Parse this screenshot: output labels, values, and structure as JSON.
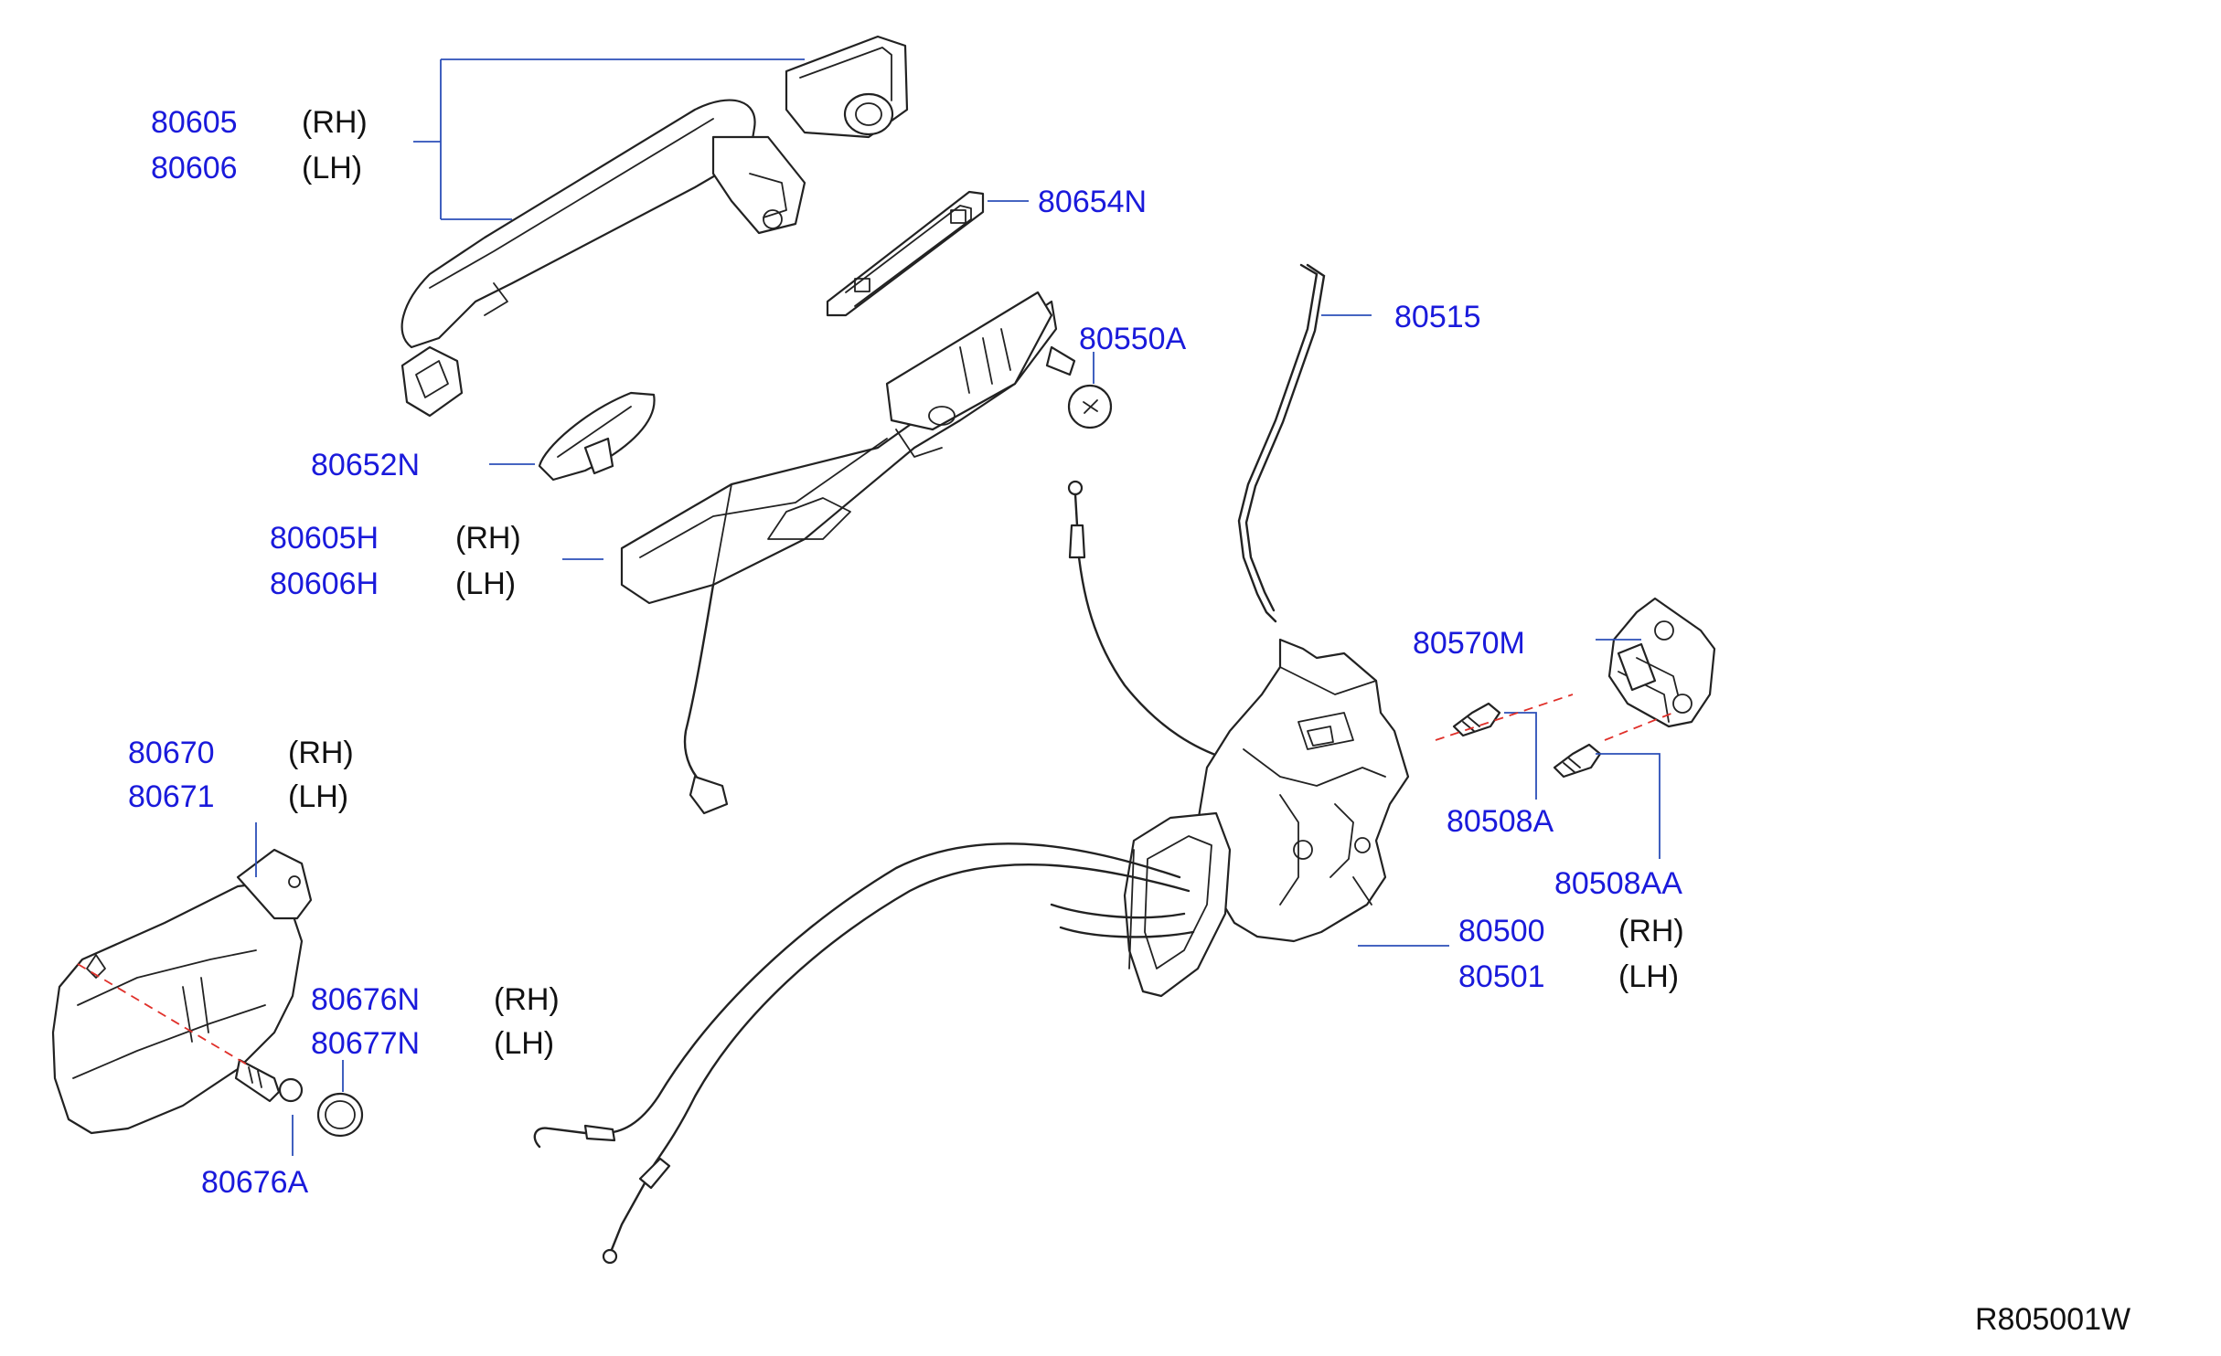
{
  "colors": {
    "part_number": "#1a1adb",
    "side_text": "#111111",
    "leader": "#2b4fb8",
    "axis_dash": "#e0302a"
  },
  "callouts": {
    "outside_handle": {
      "rh": "80605",
      "lh": "80606",
      "rh_side": "(RH)",
      "lh_side": "(LH)"
    },
    "escutcheon": {
      "pn": "80654N"
    },
    "handle_bracket": {
      "rh": "80605H",
      "lh": "80606H",
      "rh_side": "(RH)",
      "lh_side": "(LH)"
    },
    "grommet": {
      "pn": "80550A"
    },
    "rod": {
      "pn": "80515"
    },
    "handle_cover": {
      "pn": "80652N"
    },
    "striker": {
      "pn": "80570M"
    },
    "lock_screw": {
      "pn": "80508A"
    },
    "striker_screw": {
      "pn": "80508AA"
    },
    "door_lock": {
      "rh": "80500",
      "lh": "80501",
      "rh_side": "(RH)",
      "lh_side": "(LH)"
    },
    "inside_handle": {
      "rh": "80670",
      "lh": "80671",
      "rh_side": "(RH)",
      "lh_side": "(LH)"
    },
    "screw_cap": {
      "rh": "80676N",
      "lh": "80677N",
      "rh_side": "(RH)",
      "lh_side": "(LH)"
    },
    "inside_screw": {
      "pn": "80676A"
    }
  },
  "figure_code": "R805001W"
}
